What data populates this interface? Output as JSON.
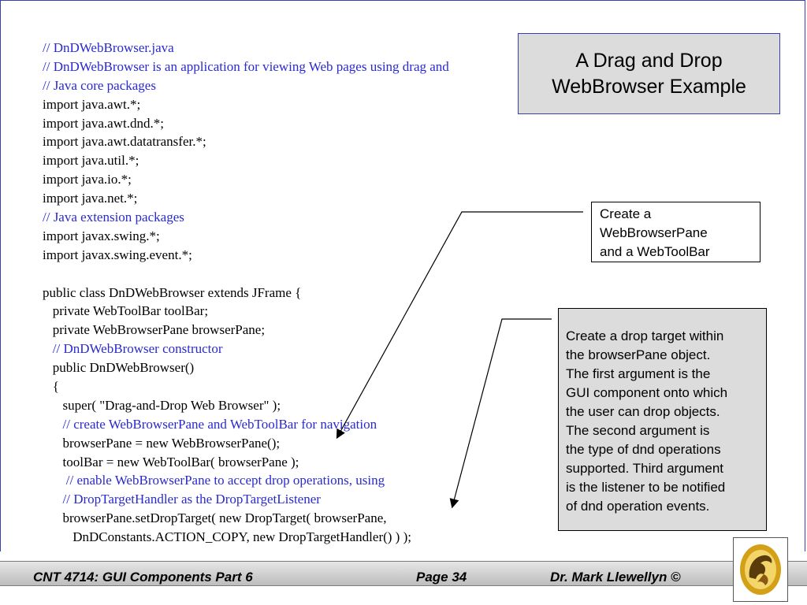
{
  "title": [
    "A Drag and Drop",
    "WebBrowser Example"
  ],
  "code_lines": [
    {
      "text": "// DnDWebBrowser.java",
      "comment": true
    },
    {
      "text": "// DnDWebBrowser is an application for viewing Web pages using drag and",
      "comment": true
    },
    {
      "text": "// Java core packages",
      "comment": true
    },
    {
      "text": "import java.awt.*;",
      "comment": false
    },
    {
      "text": "import java.awt.dnd.*;",
      "comment": false
    },
    {
      "text": "import java.awt.datatransfer.*;",
      "comment": false
    },
    {
      "text": "import java.util.*;",
      "comment": false
    },
    {
      "text": "import java.io.*;",
      "comment": false
    },
    {
      "text": "import java.net.*;",
      "comment": false
    },
    {
      "text": "// Java extension packages",
      "comment": true
    },
    {
      "text": "import javax.swing.*;",
      "comment": false
    },
    {
      "text": "import javax.swing.event.*;",
      "comment": false
    },
    {
      "text": "",
      "comment": false
    },
    {
      "text": "public class DnDWebBrowser extends JFrame {",
      "comment": false
    },
    {
      "text": "   private WebToolBar toolBar;",
      "comment": false
    },
    {
      "text": "   private WebBrowserPane browserPane;",
      "comment": false
    },
    {
      "text": "   // DnDWebBrowser constructor",
      "comment": true
    },
    {
      "text": "   public DnDWebBrowser()",
      "comment": false
    },
    {
      "text": "   {",
      "comment": false
    },
    {
      "text": "      super( \"Drag-and-Drop Web Browser\" );",
      "comment": false
    },
    {
      "text": "      // create WebBrowserPane and WebToolBar for navigation",
      "comment": true
    },
    {
      "text": "      browserPane = new WebBrowserPane();",
      "comment": false
    },
    {
      "text": "      toolBar = new WebToolBar( browserPane );",
      "comment": false
    },
    {
      "text": "       // enable WebBrowserPane to accept drop operations, using",
      "comment": true
    },
    {
      "text": "      // DropTargetHandler as the DropTargetListener",
      "comment": true
    },
    {
      "text": "      browserPane.setDropTarget( new DropTarget( browserPane,",
      "comment": false
    },
    {
      "text": "         DnDConstants.ACTION_COPY, new DropTargetHandler() ) );",
      "comment": false
    }
  ],
  "callout_1": [
    "Create a",
    "WebBrowserPane",
    "and a WebToolBar"
  ],
  "callout_2": [
    "Create a drop target within",
    "the browserPane object.",
    "The first argument is the",
    "GUI component onto which",
    "the user can drop objects.",
    "The second argument is",
    "the type of dnd operations",
    "supported. Third argument",
    "is the listener to be notified",
    "of dnd operation events."
  ],
  "footer": {
    "course": "CNT 4714: GUI Components Part 6",
    "page": "Page 34",
    "author": "Dr. Mark Llewellyn ©"
  },
  "colors": {
    "comment": "#2a2ad0",
    "border": "#3b3fae",
    "box_fill": "#dcdcdc",
    "logo_gold": "#d4a017"
  },
  "logo_icon": "ucf-pegasus-logo-icon"
}
